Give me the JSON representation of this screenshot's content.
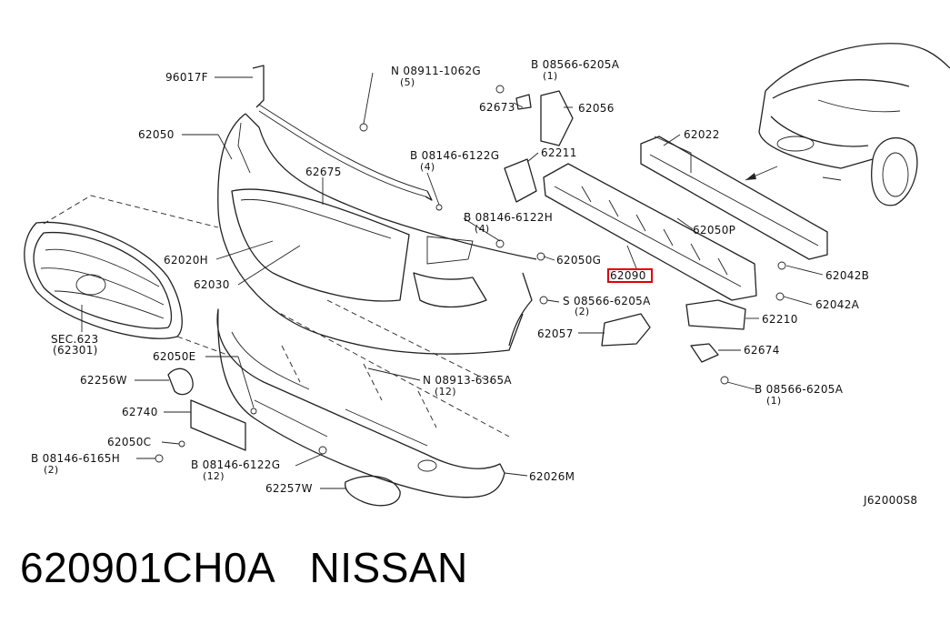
{
  "diagram_code": "J62000S8",
  "highlight_part": "62090",
  "caption": {
    "part_number": "620901CH0A",
    "brand": "NISSAN"
  },
  "labels": {
    "l96017f": "96017F",
    "l62050": "62050",
    "n08911": "N 08911-1062G",
    "n08911_qty": "(5)",
    "b08566_top": "B 08566-6205A",
    "b08566_top_qty": "(1)",
    "l62673": "62673",
    "l62056": "62056",
    "l62022": "62022",
    "l62675": "62675",
    "b08146_a": "B 08146-6122G",
    "b08146_a_qty": "(4)",
    "l62211": "62211",
    "b08146_b": "B 08146-6122H",
    "b08146_b_qty": "(4)",
    "l62050p": "62050P",
    "l62020h": "62020H",
    "l62050g": "62050G",
    "l62090": "62090",
    "l62042b": "62042B",
    "l62030": "62030",
    "s08566": "S 08566-6205A",
    "s08566_qty": "(2)",
    "l62042a": "62042A",
    "l62210": "62210",
    "sec623": "SEC.623",
    "sec623_ref": "(62301)",
    "l62057": "62057",
    "l62674": "62674",
    "l62050e": "62050E",
    "l62256w": "62256W",
    "n08913": "N 08913-6365A",
    "n08913_qty": "(12)",
    "b08566_btm": "B 08566-6205A",
    "b08566_btm_qty": "(1)",
    "l62740": "62740",
    "l62050c": "62050C",
    "b08146_c": "B 08146-6165H",
    "b08146_c_qty": "(2)",
    "b08146_d": "B 08146-6122G",
    "b08146_d_qty": "(12)",
    "l62026m": "62026M",
    "l62257w": "62257W"
  }
}
